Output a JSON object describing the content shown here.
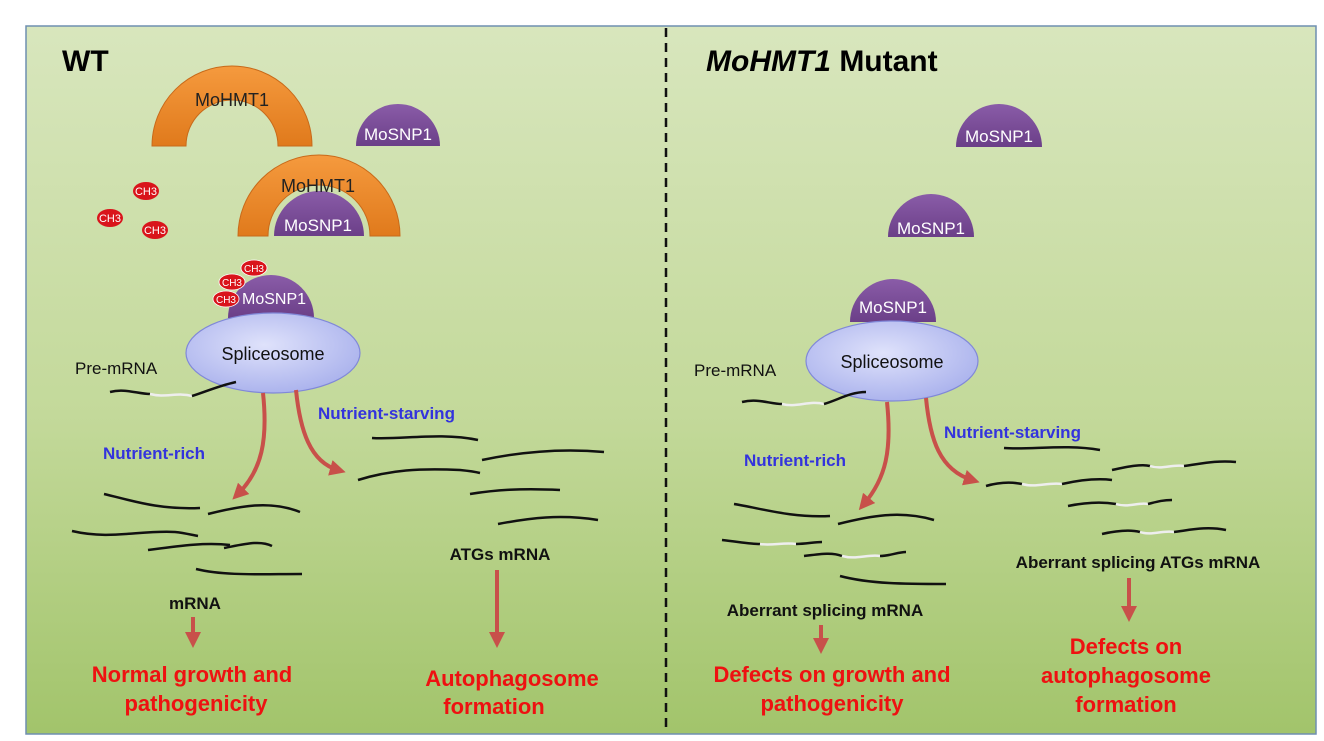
{
  "panels": {
    "wt": {
      "title": "WT",
      "enzyme_free": "MoHMT1",
      "snp_free": "MoSNP1",
      "enzyme_complex": "MoHMT1",
      "snp_in_complex": "MoSNP1",
      "methyl_free": [
        "CH3",
        "CH3",
        "CH3"
      ],
      "methyl_bound": [
        "CH3",
        "CH3",
        "CH3"
      ],
      "snp_bound": "MoSNP1",
      "spliceosome": "Spliceosome",
      "pre_mrna": "Pre-mRNA",
      "condition_rich": "Nutrient-rich",
      "condition_starving": "Nutrient-starving",
      "product_rich": "mRNA",
      "product_starving": "ATGs mRNA",
      "outcome_rich": [
        "Normal growth and",
        "pathogenicity"
      ],
      "outcome_starving": [
        "Autophagosome",
        "formation"
      ]
    },
    "mutant": {
      "title_italic": "MoHMT1",
      "title_suffix": " Mutant",
      "snp_top": "MoSNP1",
      "snp_middle": "MoSNP1",
      "snp_bound": "MoSNP1",
      "spliceosome": "Spliceosome",
      "pre_mrna": "Pre-mRNA",
      "condition_rich": "Nutrient-rich",
      "condition_starving": "Nutrient-starving",
      "product_rich": "Aberrant splicing mRNA",
      "product_starving": "Aberrant splicing ATGs mRNA",
      "outcome_rich": [
        "Defects on growth and",
        "pathogenicity"
      ],
      "outcome_starving": [
        "Defects on",
        "autophagosome",
        "formation"
      ]
    }
  },
  "colors": {
    "background_top": "#d8e6bd",
    "background_bottom": "#a2c46b",
    "enzyme_orange": "#ef8a2e",
    "snp_purple": "#7a4d96",
    "spliceosome_blue": "#b8bff2",
    "methyl_red": "#d9141b",
    "arrow_red": "#c8504a",
    "condition_blue": "#3333dd",
    "outcome_red": "#ee1111"
  }
}
